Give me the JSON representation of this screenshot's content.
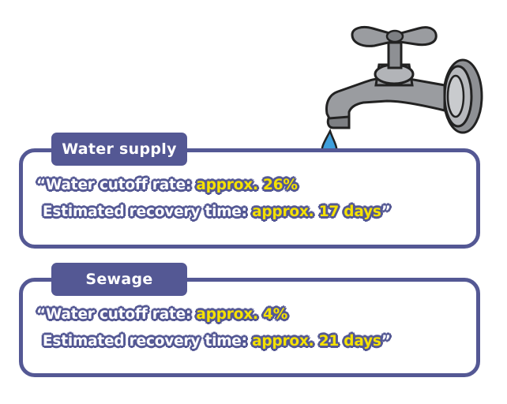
{
  "icons": {
    "faucet": "faucet-icon",
    "drops": "water-drop-icon"
  },
  "colors": {
    "frame": "#545894",
    "highlight": "#f5e100",
    "text": "#ffffff",
    "water": "#3f9fdc",
    "faucet": "#9a9ca0"
  },
  "water_supply": {
    "tab_label": "Water supply",
    "open_quote": "“",
    "cutoff_label": "Water cutoff rate: ",
    "cutoff_value": "approx. 26%",
    "recovery_label": "Estimated recovery time: ",
    "recovery_value": "approx. 17 days",
    "close_quote": "”"
  },
  "sewage": {
    "tab_label": "Sewage",
    "open_quote": "“",
    "cutoff_label": "Water cutoff rate: ",
    "cutoff_value": "approx. 4%",
    "recovery_label": "Estimated recovery time: ",
    "recovery_value": "approx. 21 days",
    "close_quote": "”"
  }
}
